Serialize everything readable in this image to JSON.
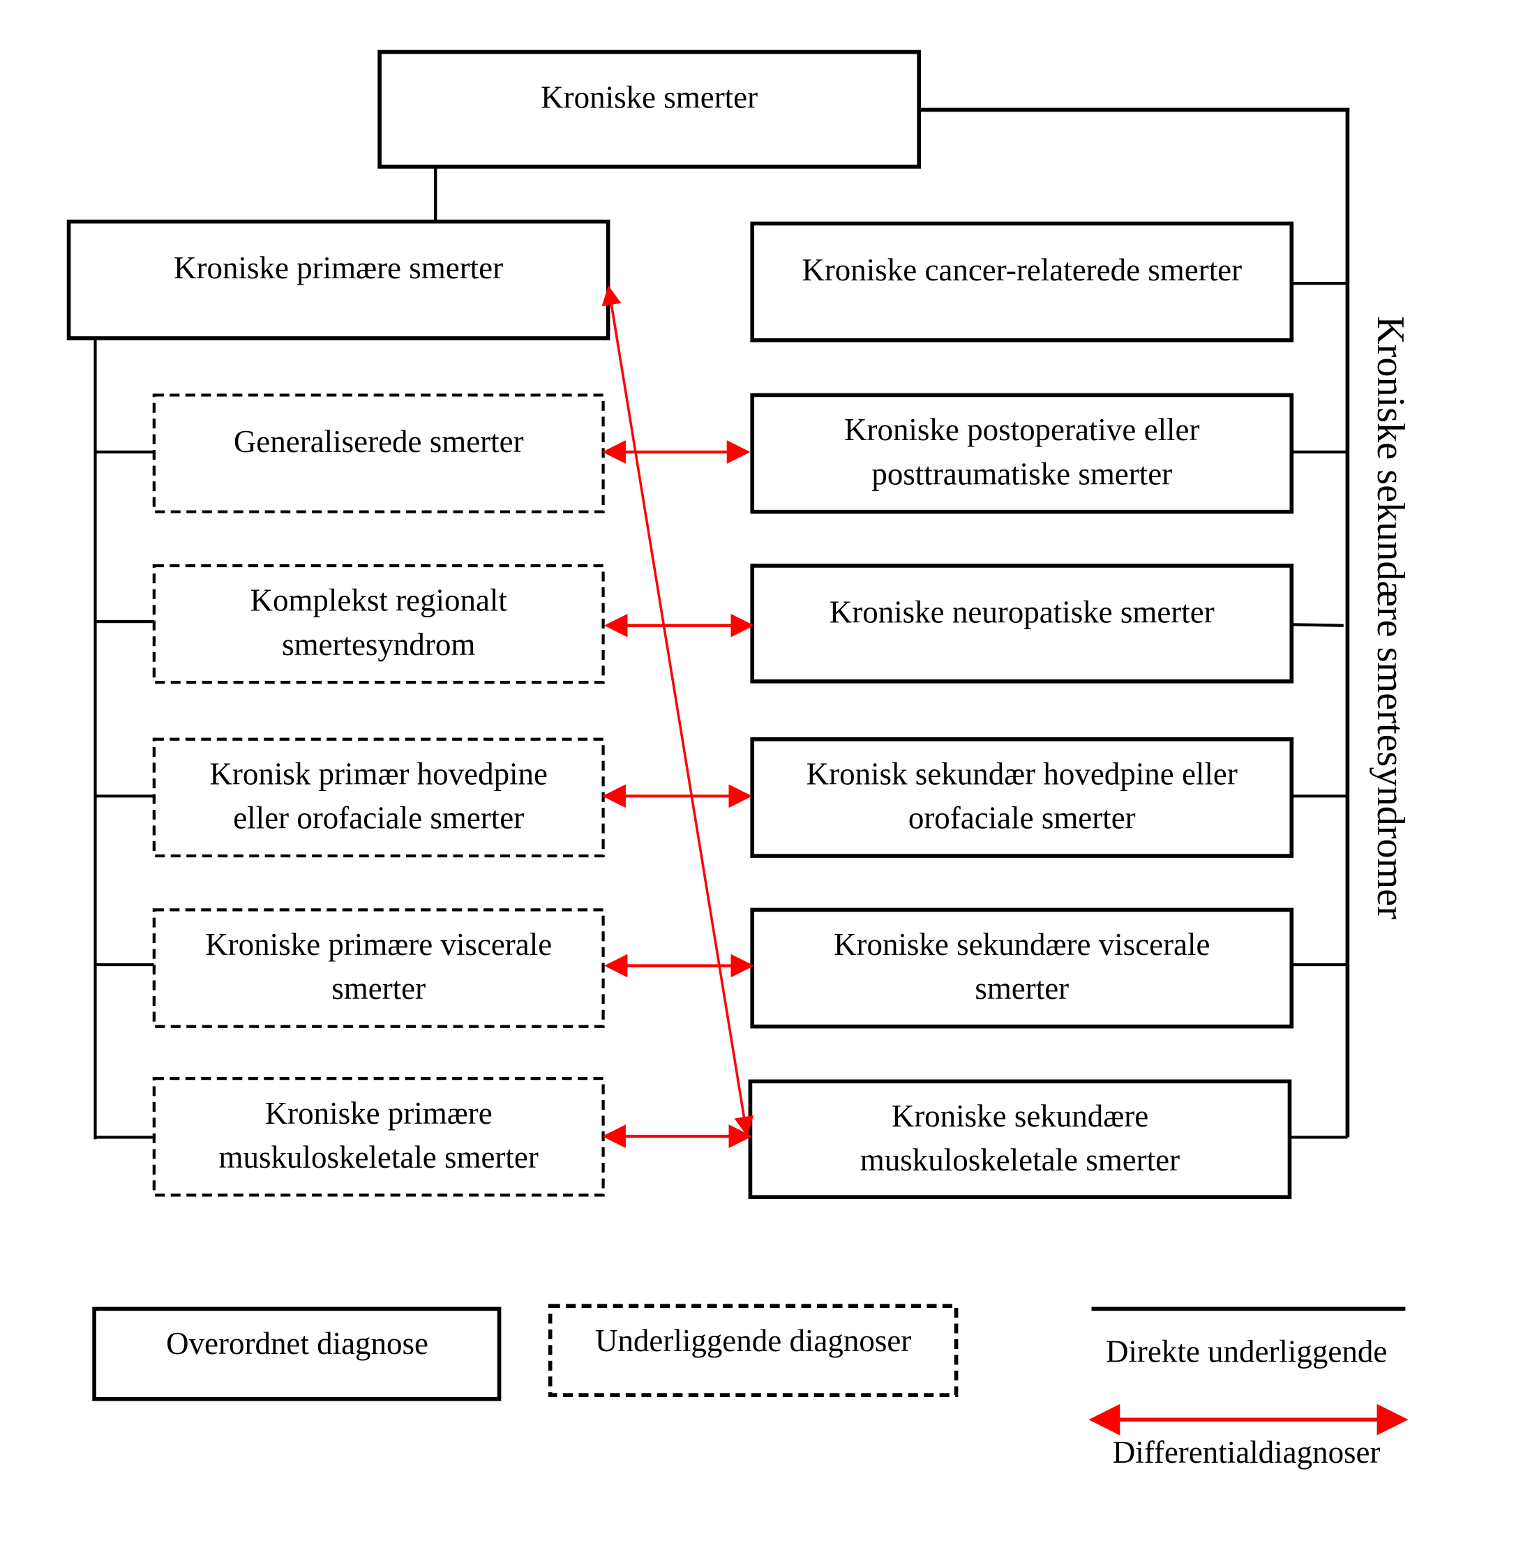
{
  "colors": {
    "line": "#000000",
    "differential_arrow": "#ff0000",
    "background": "#ffffff"
  },
  "root": {
    "label": "Kroniske smerter"
  },
  "primary": {
    "label": "Kroniske primære smerter",
    "children": [
      {
        "lines": [
          "Generaliserede smerter"
        ]
      },
      {
        "lines": [
          "Komplekst regionalt",
          "smertesyndrom"
        ]
      },
      {
        "lines": [
          "Kronisk primær hovedpine",
          "eller orofaciale smerter"
        ]
      },
      {
        "lines": [
          "Kroniske primære viscerale",
          "smerter"
        ]
      },
      {
        "lines": [
          "Kroniske primære",
          "muskuloskeletale smerter"
        ]
      }
    ]
  },
  "secondary": {
    "group_label": "Kroniske sekundære smertesyndromer",
    "children": [
      {
        "lines": [
          "Kroniske cancer-relaterede smerter"
        ]
      },
      {
        "lines": [
          "Kroniske postoperative eller",
          "posttraumatiske smerter"
        ]
      },
      {
        "lines": [
          "Kroniske neuropatiske smerter"
        ]
      },
      {
        "lines": [
          "Kronisk sekundær hovedpine eller",
          "orofaciale smerter"
        ]
      },
      {
        "lines": [
          "Kroniske sekundære viscerale",
          "smerter"
        ]
      },
      {
        "lines": [
          "Kroniske sekundære",
          "muskuloskeletale smerter"
        ]
      }
    ]
  },
  "differentials": [
    {
      "from": "Generaliserede smerter",
      "to": "Kroniske postoperative eller posttraumatiske smerter"
    },
    {
      "from": "Komplekst regionalt smertesyndrom",
      "to": "Kroniske neuropatiske smerter"
    },
    {
      "from": "Kronisk primær hovedpine eller orofaciale smerter",
      "to": "Kronisk sekundær hovedpine eller orofaciale smerter"
    },
    {
      "from": "Kroniske primære viscerale smerter",
      "to": "Kroniske sekundære viscerale smerter"
    },
    {
      "from": "Kroniske primære muskuloskeletale smerter",
      "to": "Kroniske sekundære muskuloskeletale smerter"
    },
    {
      "from": "Kroniske primære smerter",
      "to": "Kroniske sekundære muskuloskeletale smerter"
    }
  ],
  "legend": {
    "overordnet": "Overordnet diagnose",
    "underliggende": "Underliggende diagnoser",
    "direkte": "Direkte underliggende",
    "differential": "Differentialdiagnoser"
  }
}
